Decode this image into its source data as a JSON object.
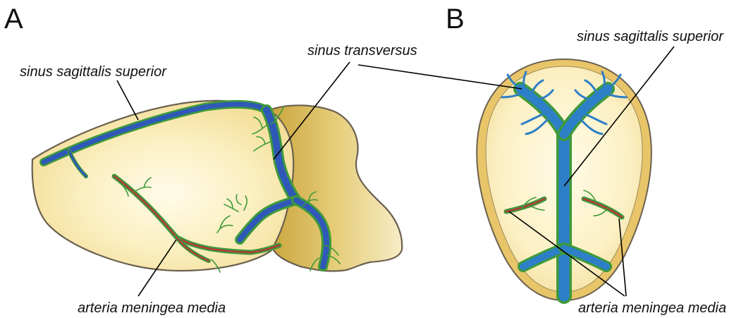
{
  "panel_a": {
    "letter": "A",
    "label_sss": "sinus sagittalis superior",
    "label_st": "sinus transversus",
    "label_amm": "arteria meningea media"
  },
  "panel_b": {
    "letter": "B",
    "label_sss": "sinus sagittalis superior",
    "label_amm": "arteria meningea media"
  },
  "colors": {
    "brain": "#f7e7a6",
    "cerebellum": "#dcbd56",
    "sinus": "#2f58b8",
    "dorsal_sinus": "#2d7fc7",
    "vessel_edge": "#3e9a3a",
    "artery": "#b23a3a",
    "rim": "#e9c56a"
  }
}
